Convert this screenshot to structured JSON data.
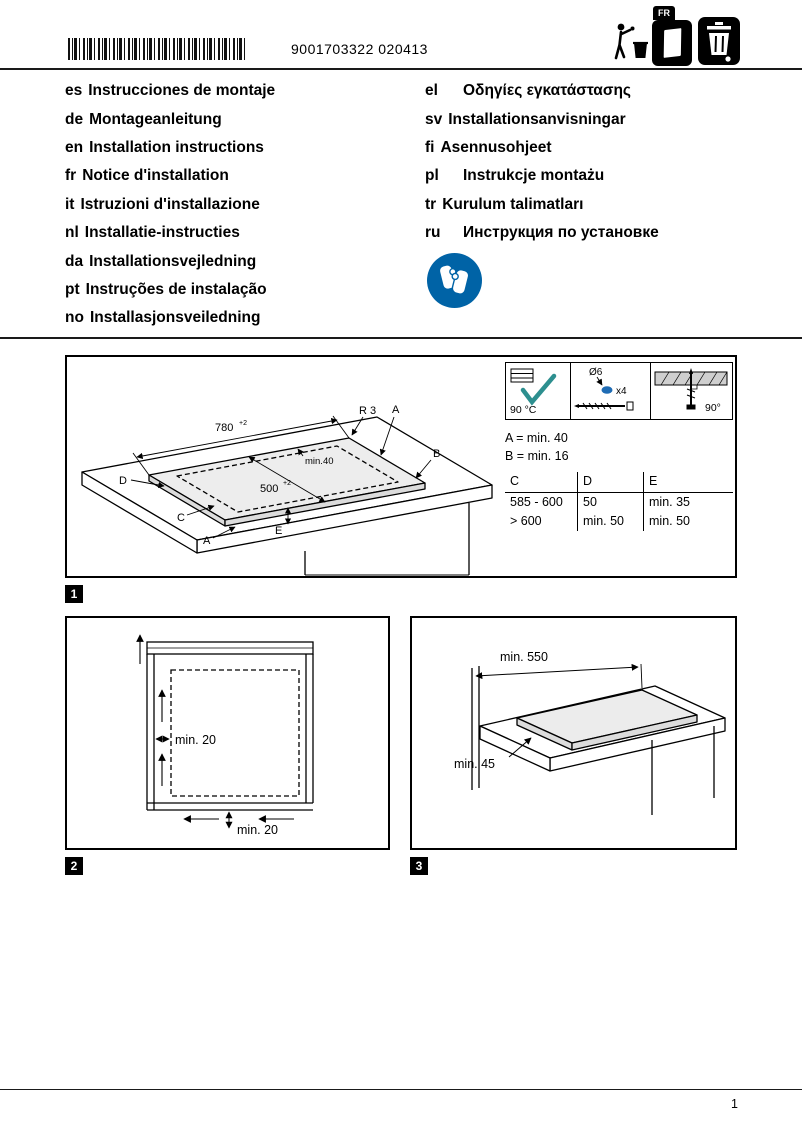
{
  "page": {
    "number": "1"
  },
  "header": {
    "barcode_number": "9001703322 020413",
    "fr_badge": "FR"
  },
  "languages": {
    "left": [
      {
        "code": "es",
        "label": "Instrucciones de montaje"
      },
      {
        "code": "de",
        "label": "Montageanleitung"
      },
      {
        "code": "en",
        "label": "Installation instructions"
      },
      {
        "code": "fr",
        "label": "Notice d'installation"
      },
      {
        "code": "it",
        "label": "Istruzioni d'installazione"
      },
      {
        "code": "nl",
        "label": "Installatie-instructies"
      },
      {
        "code": "da",
        "label": "Installationsvejledning"
      },
      {
        "code": "pt",
        "label": "Instruções de instalação"
      },
      {
        "code": "no",
        "label": "Installasjonsveiledning"
      }
    ],
    "right": [
      {
        "code": "el",
        "label": "Οδηγίες εγκατάστασης"
      },
      {
        "code": "sv",
        "label": "Installationsanvisningar"
      },
      {
        "code": "fi",
        "label": "Asennusohjeet"
      },
      {
        "code": "pl",
        "label": "Instrukcje montażu"
      },
      {
        "code": "tr",
        "label": "Kurulum talimatları"
      },
      {
        "code": "ru",
        "label": "Инструкция по установке"
      }
    ]
  },
  "figure1": {
    "badge": "1",
    "dims": {
      "width": "780",
      "width_tol": "+2",
      "radius": "R 3",
      "min40": "min.40",
      "depth": "500",
      "depth_tol": "+2",
      "a": "A",
      "b": "B",
      "c": "C",
      "d": "D",
      "e": "E",
      "a2": "A"
    },
    "insets": {
      "temp": "90 °C",
      "diameter": "Ø6",
      "count": "x4",
      "angle": "90°"
    },
    "notes": {
      "a": "A = min. 40",
      "b": "B = min. 16"
    },
    "table": {
      "col1": "C",
      "col2": "D",
      "col3": "E",
      "rows": [
        [
          "585 - 600",
          "50",
          "min. 35"
        ],
        [
          "> 600",
          "min. 50",
          "min. 50"
        ]
      ]
    }
  },
  "figure2": {
    "badge": "2",
    "dims": {
      "side": "min. 20",
      "bottom": "min. 20"
    }
  },
  "figure3": {
    "badge": "3",
    "dims": {
      "width": "min. 550",
      "front": "min. 45"
    }
  },
  "colors": {
    "glove_blue": "#0063a6",
    "check_teal": "#2d8f8f",
    "dowel_blue": "#1f6cb4"
  }
}
